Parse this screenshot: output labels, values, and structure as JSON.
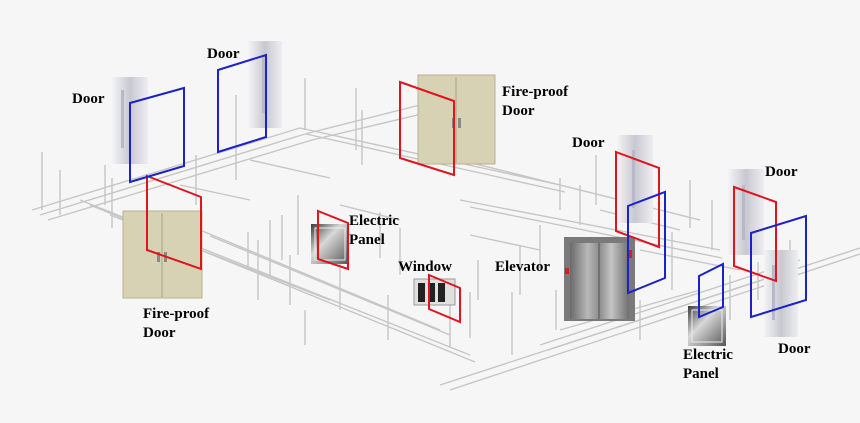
{
  "labels": {
    "door_1": "Door",
    "door_2": "Door",
    "fireproof_door_top": [
      "Fire-proof",
      "Door"
    ],
    "door_3": "Door",
    "door_4": "Door",
    "fireproof_door_left": [
      "Fire-proof",
      "Door"
    ],
    "electric_panel_center": [
      "Electric",
      "Panel"
    ],
    "window": "Window",
    "elevator": "Elevator",
    "electric_panel_right": [
      "Electric",
      "Panel"
    ],
    "door_5": "Door"
  },
  "colors": {
    "red_frame": "#e0141e",
    "blue_frame": "#1a22c8",
    "wireframe": "#c9c9c9",
    "background": "#f6f6f6",
    "door_panel": "#e6e6ea",
    "fireproof_door": "#d8d2b4"
  }
}
